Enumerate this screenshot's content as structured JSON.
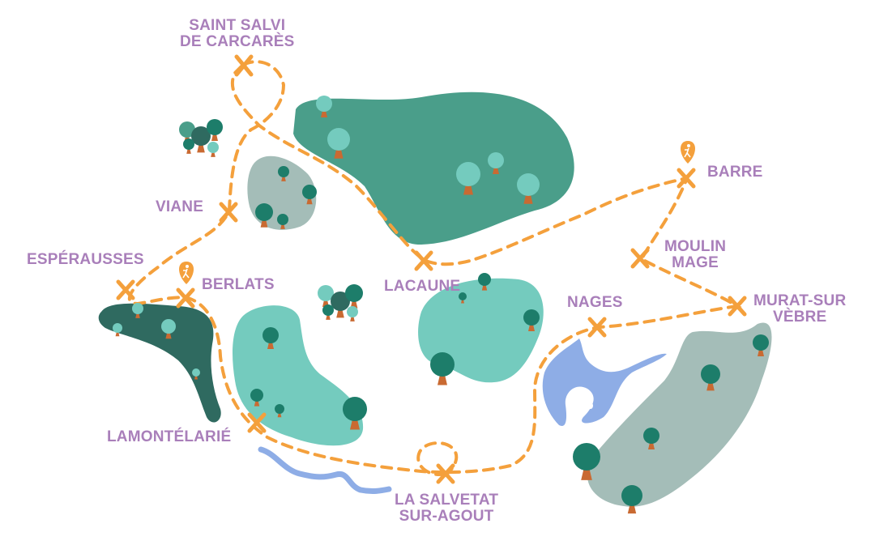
{
  "colors": {
    "label": "#a97fba",
    "trail": "#f4a03c",
    "forest_dark": "#4a9e8a",
    "forest_mint": "#74cbbe",
    "forest_grey": "#a4bdb8",
    "forest_deep": "#2f6a60",
    "water": "#8eade6",
    "tree_trunk": "#c96a32"
  },
  "places": [
    {
      "id": "saint-salvi",
      "lines": [
        "SAINT SALVI",
        "DE CARCARÈS"
      ]
    },
    {
      "id": "viane",
      "lines": [
        "VIANE"
      ]
    },
    {
      "id": "esperausses",
      "lines": [
        "ESPÉRAUSSES"
      ]
    },
    {
      "id": "berlats",
      "lines": [
        "BERLATS"
      ]
    },
    {
      "id": "lamontelarie",
      "lines": [
        "LAMONTÉLARIÉ"
      ]
    },
    {
      "id": "lacaune",
      "lines": [
        "LACAUNE"
      ]
    },
    {
      "id": "barre",
      "lines": [
        "BARRE"
      ]
    },
    {
      "id": "moulin-mage",
      "lines": [
        "MOULIN",
        "MAGE"
      ]
    },
    {
      "id": "nages",
      "lines": [
        "NAGES"
      ]
    },
    {
      "id": "murat-sur-vebre",
      "lines": [
        "MURAT-SUR",
        "VÈBRE"
      ]
    },
    {
      "id": "la-salvetat",
      "lines": [
        "LA SALVETAT",
        "SUR-AGOUT"
      ]
    }
  ],
  "icons": [
    "hiker-pin-icon",
    "hiker-pin-icon"
  ]
}
